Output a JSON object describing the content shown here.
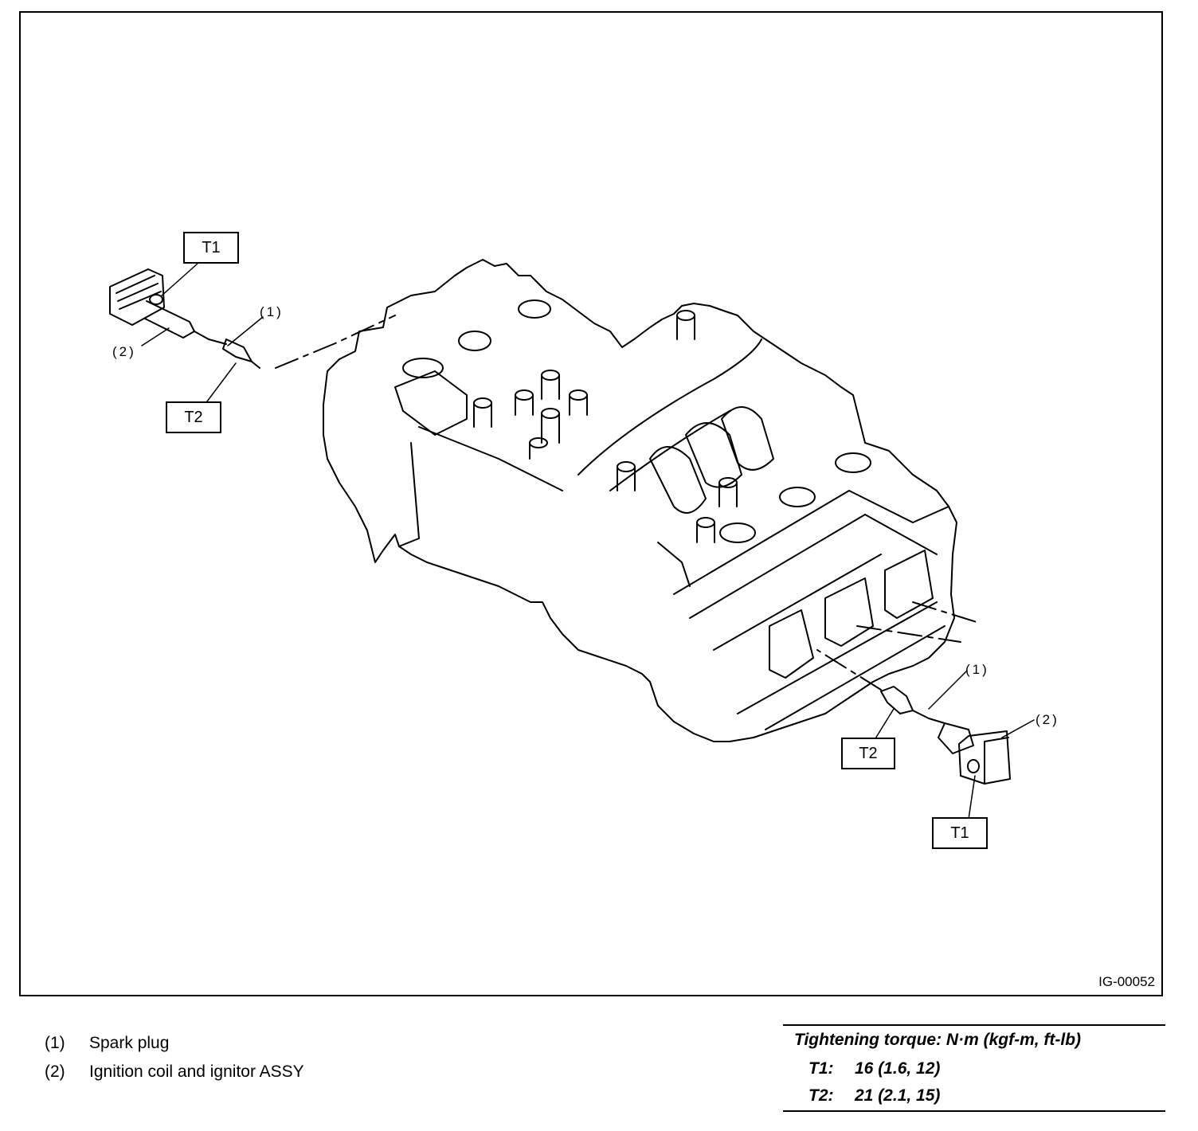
{
  "diagram": {
    "figure_id": "IG-00052",
    "callouts": {
      "t1": "T1",
      "t2": "T2",
      "n1": "(1)",
      "n2": "(2)"
    }
  },
  "legend": {
    "items": [
      {
        "num": "(1)",
        "label": "Spark plug"
      },
      {
        "num": "(2)",
        "label": "Ignition coil and ignitor ASSY"
      }
    ]
  },
  "torque": {
    "title": "Tightening torque: N·m (kgf-m, ft-lb)",
    "rows": [
      {
        "key": "T1:",
        "value": "16 (1.6, 12)"
      },
      {
        "key": "T2:",
        "value": "21 (2.1, 15)"
      }
    ]
  }
}
